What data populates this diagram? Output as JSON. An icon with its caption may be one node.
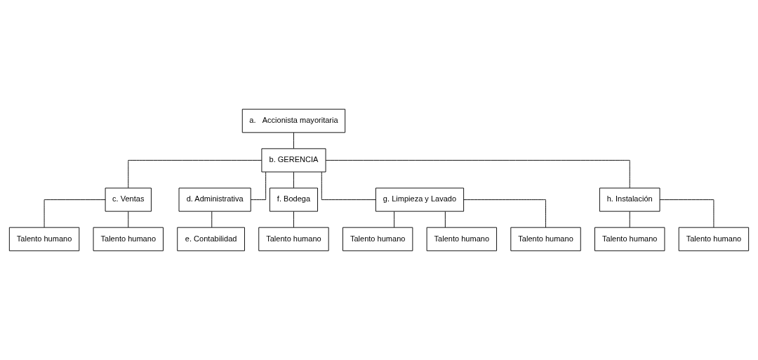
{
  "diagram": {
    "nodes": [
      {
        "text": [
          "a.   Accionista mayoritaria"
        ]
      },
      {
        "text": [
          "b. GERENCIA"
        ]
      },
      {
        "text": [
          "c. Ventas"
        ]
      },
      {
        "text": [
          "d. Administrativa"
        ]
      },
      {
        "text": [
          "f. Bodega"
        ]
      },
      {
        "text": [
          "g. Limpieza y Lavado"
        ]
      },
      {
        "text": [
          "h. Instalación"
        ]
      },
      {
        "text": [
          "Talento humano"
        ]
      },
      {
        "text": [
          "e. Contabilidad"
        ]
      },
      {
        "text": [
          "Talento humano"
        ]
      },
      {
        "text": [
          "Talento humano"
        ]
      },
      {
        "text": [
          "Talento humano"
        ]
      },
      {
        "text": [
          "Talento humano"
        ]
      },
      {
        "text": [
          "Talento humano"
        ]
      },
      {
        "text": [
          "Talento humano"
        ]
      },
      {
        "text": [
          "Talento humano"
        ]
      }
    ],
    "edges": [
      {
        "from": 0,
        "to": 1,
        "arrow": "none"
      },
      {
        "from": 1,
        "to": 2,
        "arrow": "none"
      },
      {
        "from": 1,
        "to": 3,
        "arrow": "none"
      },
      {
        "from": 1,
        "to": 4,
        "arrow": "none"
      },
      {
        "from": 1,
        "to": 5,
        "arrow": "none"
      },
      {
        "from": 1,
        "to": 6,
        "arrow": "none"
      },
      {
        "from": 2,
        "to": 7,
        "arrow": "none"
      },
      {
        "from": 2,
        "to": 12,
        "arrow": "none"
      },
      {
        "from": 3,
        "to": 8,
        "arrow": "none"
      },
      {
        "from": 4,
        "to": 9,
        "arrow": "none"
      },
      {
        "from": 5,
        "to": 10,
        "arrow": "none"
      },
      {
        "from": 5,
        "to": 13,
        "arrow": "none"
      },
      {
        "from": 5,
        "to": 15,
        "arrow": "none"
      },
      {
        "from": 6,
        "to": 11,
        "arrow": "none"
      },
      {
        "from": 6,
        "to": 14,
        "arrow": "none"
      }
    ]
  }
}
